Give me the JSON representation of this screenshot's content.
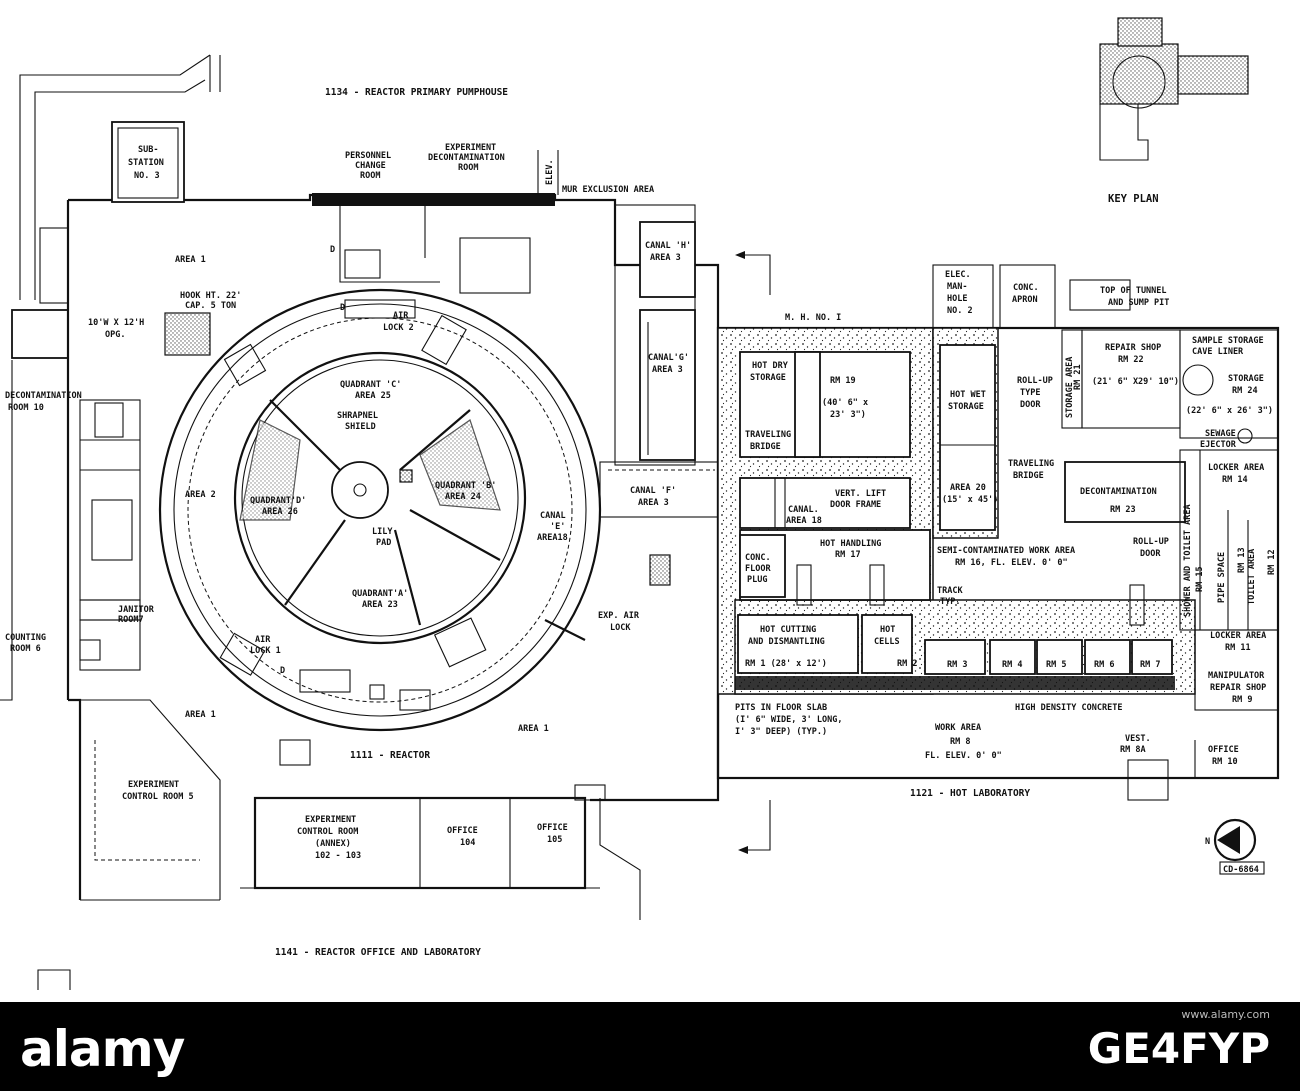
{
  "key_plan": "KEY PLAN",
  "buildings": {
    "pumphouse": "1134 - REACTOR PRIMARY PUMPHOUSE",
    "reactor": "1111 - REACTOR",
    "hot_lab": "1121 - HOT LABORATORY",
    "office_lab": "1141 - REACTOR OFFICE AND LABORATORY"
  },
  "reactor_labels": {
    "substation_1": "SUB-",
    "substation_2": "STATION",
    "substation_3": "NO. 3",
    "personnel_1": "PERSONNEL",
    "personnel_2": "CHANGE",
    "personnel_3": "ROOM",
    "expdecon_1": "EXPERIMENT",
    "expdecon_2": "DECONTAMINATION",
    "expdecon_3": "ROOM",
    "elev": "ELEV.",
    "mur": "MUR EXCLUSION AREA",
    "area1_top": "AREA 1",
    "hook_1": "HOOK HT. 22'",
    "hook_2": "CAP. 5 TON",
    "opg_1": "10'W X 12'H",
    "opg_2": "OPG.",
    "airlock2_1": "AIR",
    "airlock2_2": "LOCK 2",
    "canal_h_1": "CANAL 'H'",
    "canal_h_2": "AREA 3",
    "canal_g_1": "CANAL'G'",
    "canal_g_2": "AREA 3",
    "decon10_1": "DECONTAMINATION",
    "decon10_2": "ROOM 10",
    "quad_c_1": "QUADRANT 'C'",
    "quad_c_2": "AREA 25",
    "shrapnel_1": "SHRAPNEL",
    "shrapnel_2": "SHIELD",
    "area2": "AREA 2",
    "quad_d_1": "QUADRANT'D'",
    "quad_d_2": "AREA 26",
    "quad_b_1": "QUADRANT 'B'",
    "quad_b_2": "AREA 24",
    "lily_1": "LILY",
    "lily_2": "PAD",
    "canal_e_1": "CANAL",
    "canal_e_2": "'E'",
    "canal_e_3": "AREA18",
    "canal_f_1": "CANAL 'F'",
    "canal_f_2": "AREA 3",
    "quad_a_1": "QUADRANT'A'",
    "quad_a_2": "AREA 23",
    "exp_airlock_1": "EXP. AIR",
    "exp_airlock_2": "LOCK",
    "janitor_1": "JANITOR",
    "janitor_2": "ROOM7",
    "counting_1": "COUNTING",
    "counting_2": "ROOM 6",
    "airlock1_1": "AIR",
    "airlock1_2": "LOCK 1",
    "area1_left": "AREA 1",
    "area1_bottom": "AREA 1",
    "ecr5_1": "EXPERIMENT",
    "ecr5_2": "CONTROL ROOM 5",
    "annex_1": "EXPERIMENT",
    "annex_2": "CONTROL ROOM",
    "annex_3": "(ANNEX)",
    "annex_4": "102 - 103",
    "office104_1": "OFFICE",
    "office104_2": "104",
    "office105_1": "OFFICE",
    "office105_2": "105",
    "d_marker": "D"
  },
  "lab_labels": {
    "mh1": "M. H. NO. I",
    "elec_1": "ELEC.",
    "elec_2": "MAN-",
    "elec_3": "HOLE",
    "elec_4": "NO. 2",
    "apron_1": "CONC.",
    "apron_2": "APRON",
    "tunnel_1": "TOP OF TUNNEL",
    "tunnel_2": "AND SUMP PIT",
    "hotdry_1": "HOT DRY",
    "hotdry_2": "STORAGE",
    "rm19_1": "RM 19",
    "rm19_2": "(40' 6\" x",
    "rm19_3": "23' 3\")",
    "travbridge_1": "TRAVELING",
    "travbridge_2": "BRIDGE",
    "canal18_1": "CANAL.",
    "canal18_2": "AREA 18",
    "vertlift_1": "VERT. LIFT",
    "vertlift_2": "DOOR FRAME",
    "hotwet_1": "HOT WET",
    "hotwet_2": "STORAGE",
    "area20_1": "AREA 20",
    "area20_2": "(15' x 45')",
    "travbridge2_1": "TRAVELING",
    "travbridge2_2": "BRIDGE",
    "rollup_1": "ROLL-UP",
    "rollup_2": "TYPE",
    "rollup_3": "DOOR",
    "storage21_1": "STORAGE AREA",
    "storage21_2": "RM 21",
    "repair_1": "REPAIR SHOP",
    "repair_2": "RM 22",
    "repair_3": "(21' 6\" X29' 10\")",
    "cave_1": "SAMPLE STORAGE",
    "cave_2": "CAVE LINER",
    "storage24_1": "STORAGE",
    "storage24_2": "RM 24",
    "storage24_3": "(22' 6\" x 26' 3\")",
    "sewage_1": "SEWAGE",
    "sewage_2": "EJECTOR",
    "decon23_1": "DECONTAMINATION",
    "decon23_2": "RM 23",
    "rollup2_1": "ROLL-UP",
    "rollup2_2": "DOOR",
    "locker14_1": "LOCKER AREA",
    "locker14_2": "RM 14",
    "conc_plug_1": "CONC.",
    "conc_plug_2": "FLOOR",
    "conc_plug_3": "PLUG",
    "hothandling_1": "HOT HANDLING",
    "hothandling_2": "RM 17",
    "semi_1": "SEMI-CONTAMINATED WORK AREA",
    "semi_2": "RM 16, FL. ELEV. 0' 0\"",
    "shower_1": "SHOWER AND TOILET AREA",
    "shower_2": "RM 15",
    "pipe_1": "PIPE SPACE",
    "pipe_2": "RM 13",
    "toilet_1": "TOILET AREA",
    "toilet_2": "RM 12",
    "track_1": "TRACK",
    "track_2": "TYP.",
    "hotcut_1": "HOT CUTTING",
    "hotcut_2": "AND DISMANTLING",
    "hotcut_3": "RM 1 (28' x 12')",
    "hotcells_1": "HOT",
    "hotcells_2": "CELLS",
    "rm2": "RM 2",
    "rm3": "RM 3",
    "rm4": "RM 4",
    "rm5": "RM 5",
    "rm6": "RM 6",
    "rm7": "RM 7",
    "locker11_1": "LOCKER AREA",
    "locker11_2": "RM 11",
    "manip_1": "MANIPULATOR",
    "manip_2": "REPAIR SHOP",
    "manip_3": "RM 9",
    "pits_1": "PITS IN FLOOR SLAB",
    "pits_2": "(I' 6\" WIDE, 3' LONG,",
    "pits_3": "I' 3\" DEEP) (TYP.)",
    "hdc": "HIGH DENSITY CONCRETE",
    "work_1": "WORK AREA",
    "work_2": "RM 8",
    "work_3": "FL. ELEV. 0' 0\"",
    "vest_1": "VEST.",
    "vest_2": "RM 8A",
    "office10_1": "OFFICE",
    "office10_2": "RM 10",
    "north": "N",
    "cd": "CD-6864"
  },
  "watermark": {
    "logo": "alamy",
    "image_id": "GE4FYP",
    "sub": "www.alamy.com"
  }
}
